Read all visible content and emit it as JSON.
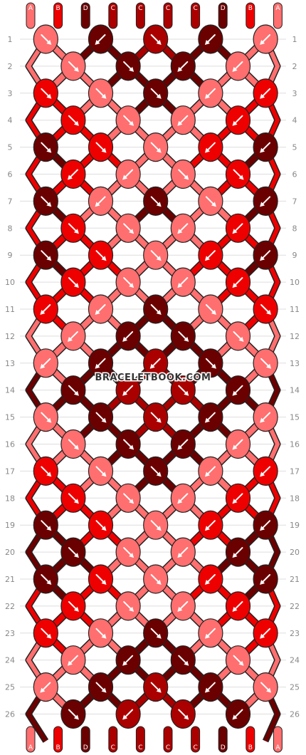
{
  "site_watermark": "BRACELETBOOK.COM",
  "colors": {
    "A": "#ff6f6f",
    "B": "#ee0000",
    "C": "#aa0000",
    "D": "#6b0000",
    "outline": "#222222",
    "row_line": "#dddddd"
  },
  "strings_top": [
    "A",
    "B",
    "D",
    "C",
    "C",
    "C",
    "C",
    "D",
    "B",
    "A"
  ],
  "strings_bottom": [
    "A",
    "B",
    "D",
    "C",
    "C",
    "C",
    "C",
    "D",
    "B",
    "A"
  ],
  "row_numbers": [
    "1",
    "2",
    "3",
    "4",
    "5",
    "6",
    "7",
    "8",
    "9",
    "10",
    "11",
    "12",
    "13",
    "14",
    "15",
    "16",
    "17",
    "18",
    "19",
    "20",
    "21",
    "22",
    "23",
    "24",
    "25",
    "26"
  ],
  "knots": [
    [
      "A:se",
      "D:sw",
      "C:se",
      "D:sw",
      "A:sw"
    ],
    [
      "A:se",
      "D:se",
      "D:sw",
      "A:sw"
    ],
    [
      "B:se",
      "A:se",
      "D:se",
      "A:sw",
      "B:sw"
    ],
    [
      "B:se",
      "A:se",
      "A:sw",
      "B:sw"
    ],
    [
      "D:se",
      "B:se",
      "A:se",
      "B:sw",
      "D:sw"
    ],
    [
      "B:sw",
      "A:sw",
      "A:se",
      "B:se"
    ],
    [
      "D:se",
      "A:sw",
      "D:se",
      "A:se",
      "D:sw"
    ],
    [
      "B:se",
      "A:se",
      "A:sw",
      "B:sw"
    ],
    [
      "D:se",
      "B:se",
      "A:se",
      "B:sw",
      "D:sw"
    ],
    [
      "B:se",
      "A:se",
      "A:sw",
      "B:sw"
    ],
    [
      "B:sw",
      "A:sw",
      "D:se",
      "A:se",
      "B:se"
    ],
    [
      "A:sw",
      "D:sw",
      "D:se",
      "A:se"
    ],
    [
      "A:sw",
      "D:sw",
      "C:sw",
      "D:se",
      "A:se"
    ],
    [
      "D:se",
      "C:sw",
      "C:se",
      "D:sw"
    ],
    [
      "A:se",
      "D:se",
      "C:se",
      "D:sw",
      "A:sw"
    ],
    [
      "A:se",
      "D:se",
      "D:sw",
      "A:sw"
    ],
    [
      "B:se",
      "A:se",
      "D:se",
      "A:sw",
      "B:sw"
    ],
    [
      "B:se",
      "A:se",
      "A:sw",
      "B:sw"
    ],
    [
      "D:se",
      "B:se",
      "A:se",
      "B:sw",
      "D:sw"
    ],
    [
      "D:se",
      "A:se",
      "A:sw",
      "D:sw"
    ],
    [
      "D:se",
      "B:se",
      "A:se",
      "B:sw",
      "D:sw"
    ],
    [
      "B:se",
      "A:se",
      "A:sw",
      "B:sw"
    ],
    [
      "B:se",
      "A:se",
      "D:se",
      "A:sw",
      "B:sw"
    ],
    [
      "A:sw",
      "D:sw",
      "D:se",
      "A:se"
    ],
    [
      "A:sw",
      "D:se",
      "C:se",
      "D:sw",
      "A:se"
    ],
    [
      "D:se",
      "C:sw",
      "C:se",
      "D:sw"
    ]
  ]
}
